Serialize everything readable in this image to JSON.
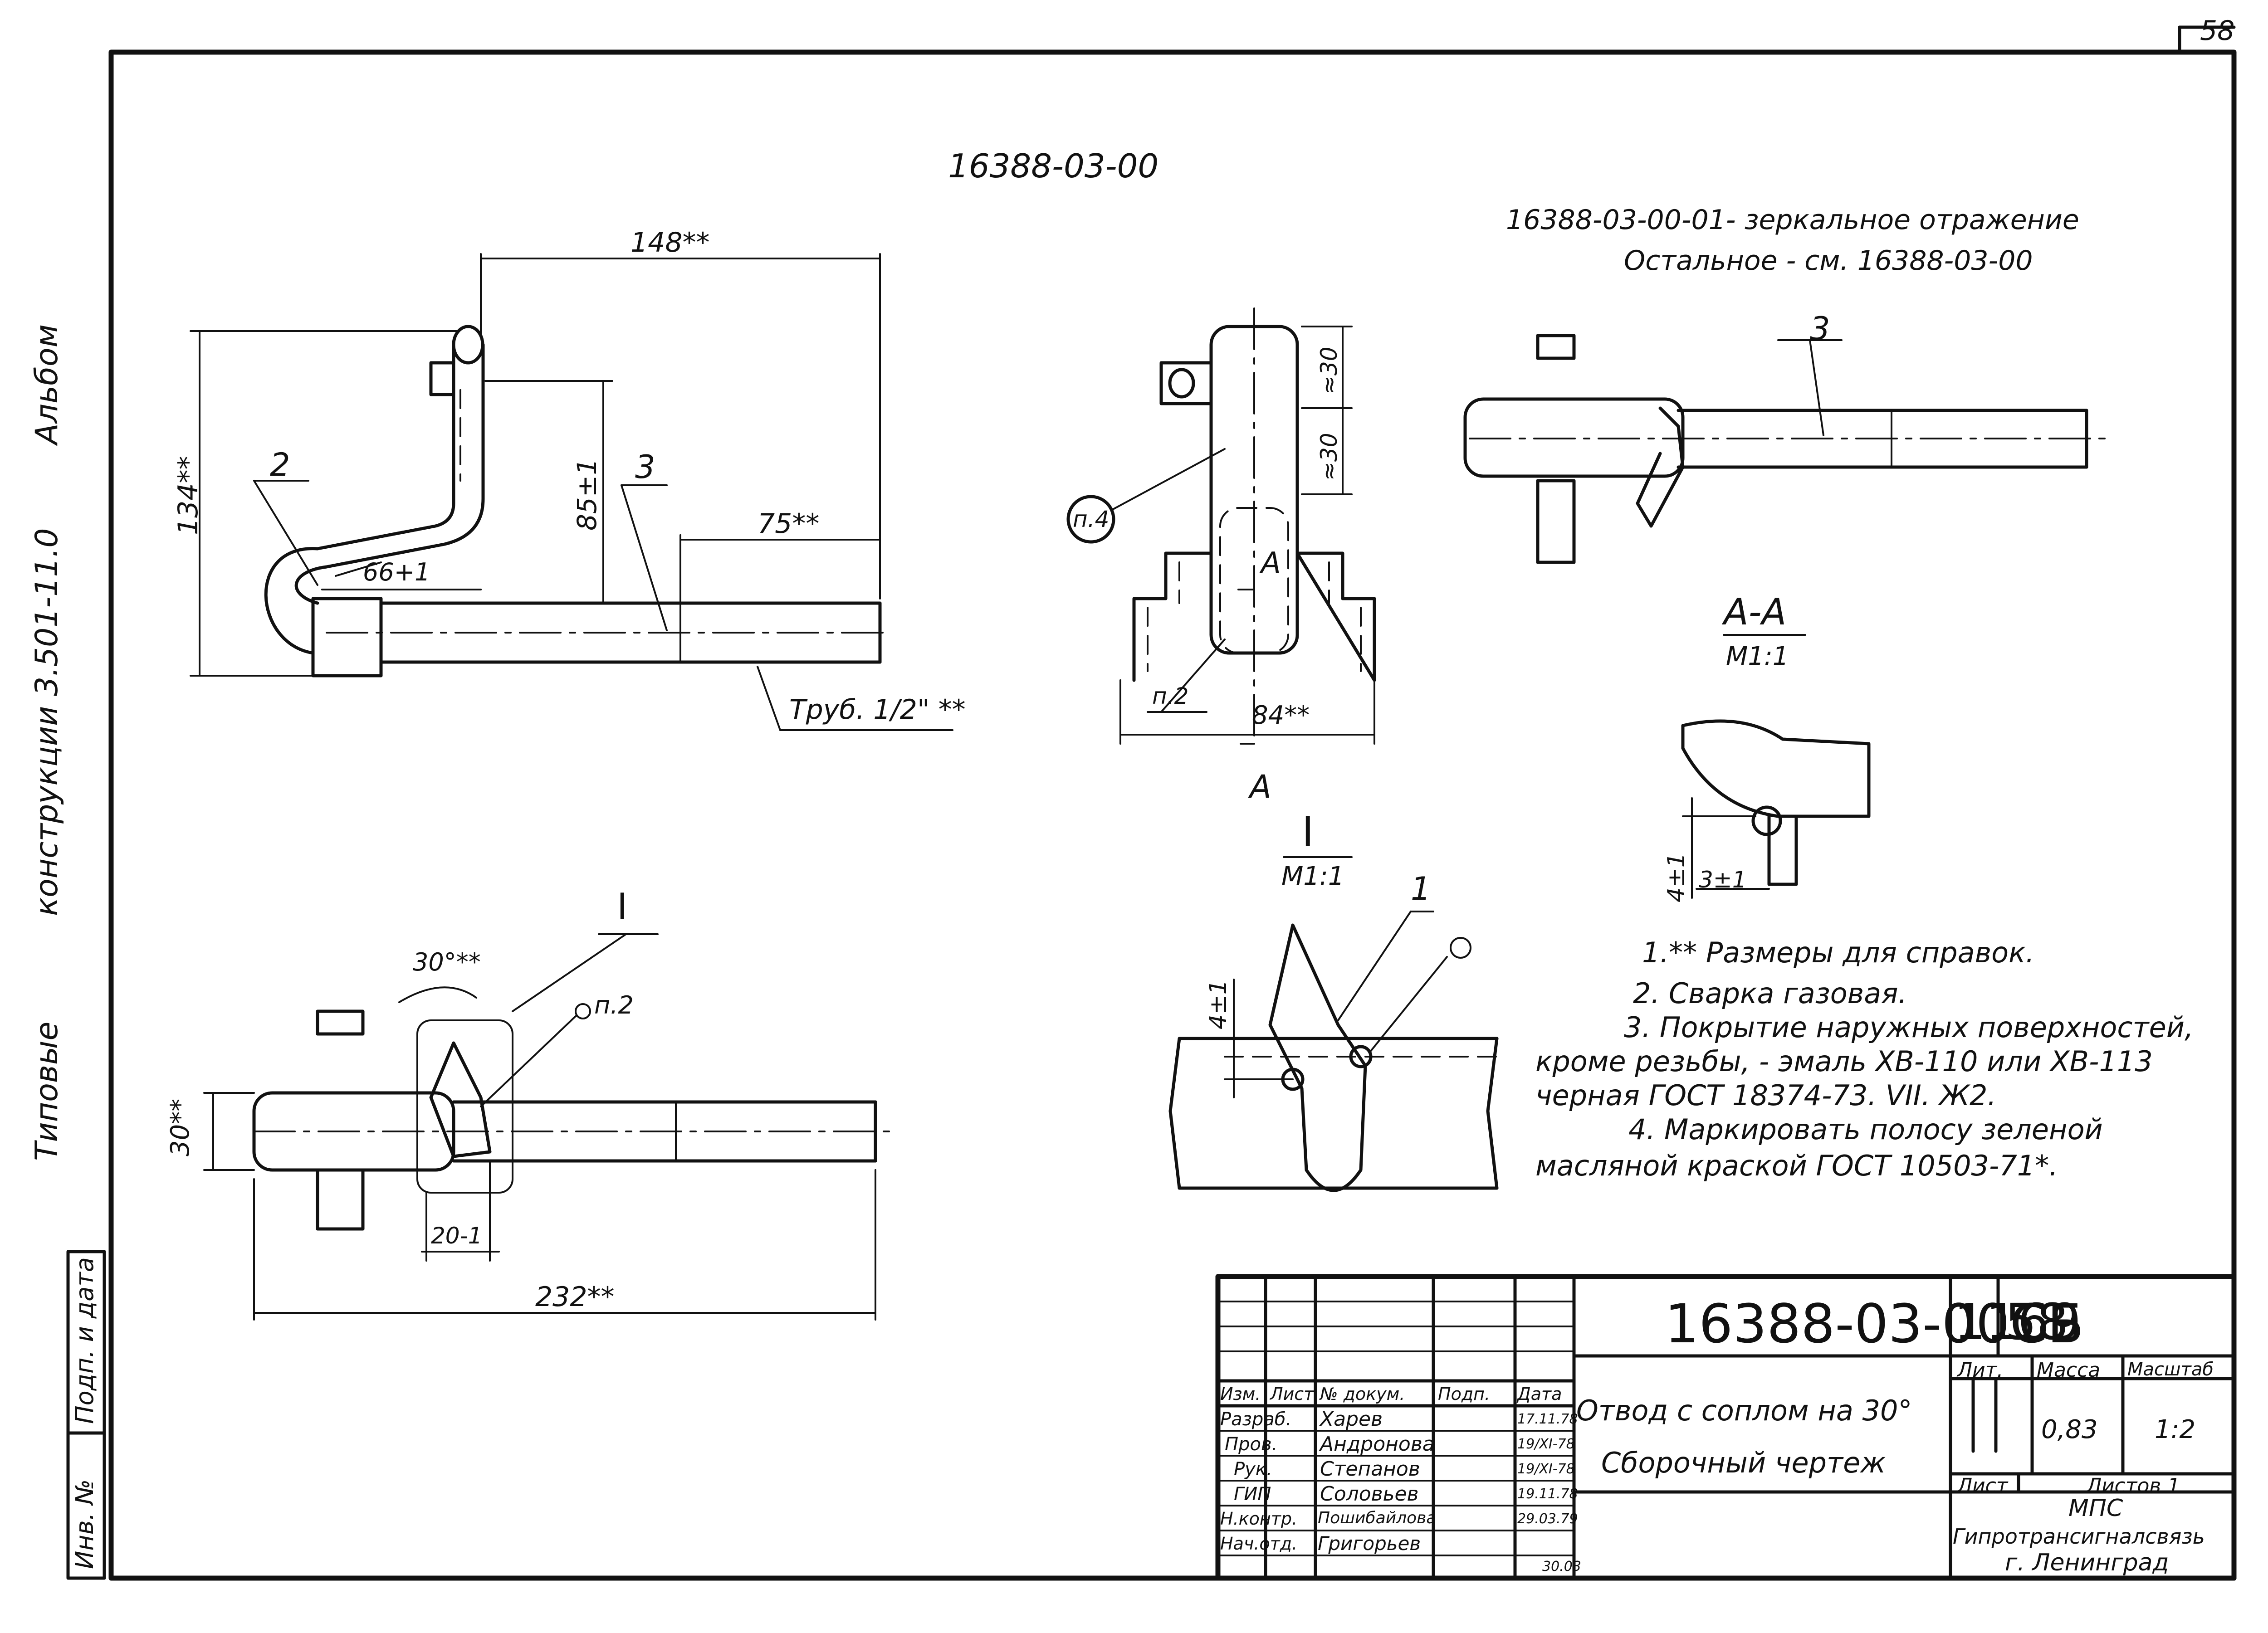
{
  "header": {
    "page_number": "58",
    "drawing_code": "16388-03-00",
    "mirror_note": "16388-03-00-01- зеркальное отражение",
    "rest_note": "Остальное - см. 16388-03-00"
  },
  "side_text": {
    "line1": "Альбом",
    "line2": "конструкции 3.501-11.0",
    "line3": "Типовые"
  },
  "views": {
    "front": {
      "dim_148": "148**",
      "dim_134": "134**",
      "dim_85": "85±1",
      "dim_75": "75**",
      "dim_66": "66+1",
      "label_2": "2",
      "label_3": "3",
      "pipe_note": "Труб. 1/2\" **"
    },
    "side": {
      "dim_30a": "≈30",
      "dim_30b": "≈30",
      "dim_84": "84**",
      "label_p4": "п.4",
      "label_p2": "п.2",
      "section_mark_top": "А",
      "section_mark_bottom": "А"
    },
    "top": {
      "label_3": "3"
    },
    "plan": {
      "dim_30deg": "30°**",
      "dim_30": "30**",
      "dim_20": "20-1",
      "dim_232": "232**",
      "label_I": "I",
      "label_p2": "п.2"
    },
    "detail_I": {
      "title": "I",
      "scale": "М1:1",
      "dim_4": "4±1",
      "label_1": "1"
    },
    "section_AA": {
      "title": "А-А",
      "scale": "М1:1",
      "dim_4": "4±1",
      "dim_3": "3±1"
    }
  },
  "notes": [
    "1.** Размеры для справок.",
    "2. Сварка газовая.",
    "3. Покрытие наружных поверхностей,",
    "кроме резьбы, - эмаль ХВ-110 или ХВ-113",
    "черная ГОСТ 18374-73. VII. Ж2.",
    "4. Маркировать полосу зеленой",
    "масляной краской ГОСТ 10503-71*."
  ],
  "left_stamp": {
    "signature_date": "Подп. и дата",
    "inventory": "Инв. №"
  },
  "title_block": {
    "designation": "16388-03-00СБ",
    "sheet_code": "1169",
    "sheet_no": "58",
    "name_line1": "Отвод с соплом на 30°",
    "name_line2": "Сборочный чертеж",
    "col_headers": [
      "Изм.",
      "Лист",
      "№ докум.",
      "Подп.",
      "Дата"
    ],
    "lit_label": "Лит.",
    "mass_label": "Масса",
    "scale_label": "Масштаб",
    "mass": "0,83",
    "scale": "1:2",
    "sheet_label": "Лист",
    "sheets_label": "Листов 1",
    "org_line1": "МПС",
    "org_line2": "Гипротрансигналсвязь",
    "org_line3": "г. Ленинград",
    "rows": [
      {
        "role": "Разраб.",
        "name": "Харев",
        "date": "17.11.78"
      },
      {
        "role": "Пров.",
        "name": "Андронова",
        "date": "19/XI-78"
      },
      {
        "role": "Рук.",
        "name": "Степанов",
        "date": "19/XI-78"
      },
      {
        "role": "ГИП",
        "name": "Соловьев",
        "date": "19.11.78"
      },
      {
        "role": "Н.контр.",
        "name": "Пошибайлова",
        "date": "29.03.79"
      },
      {
        "role": "Нач.отд.",
        "name": "Григорьев",
        "date": "30.03"
      }
    ]
  }
}
